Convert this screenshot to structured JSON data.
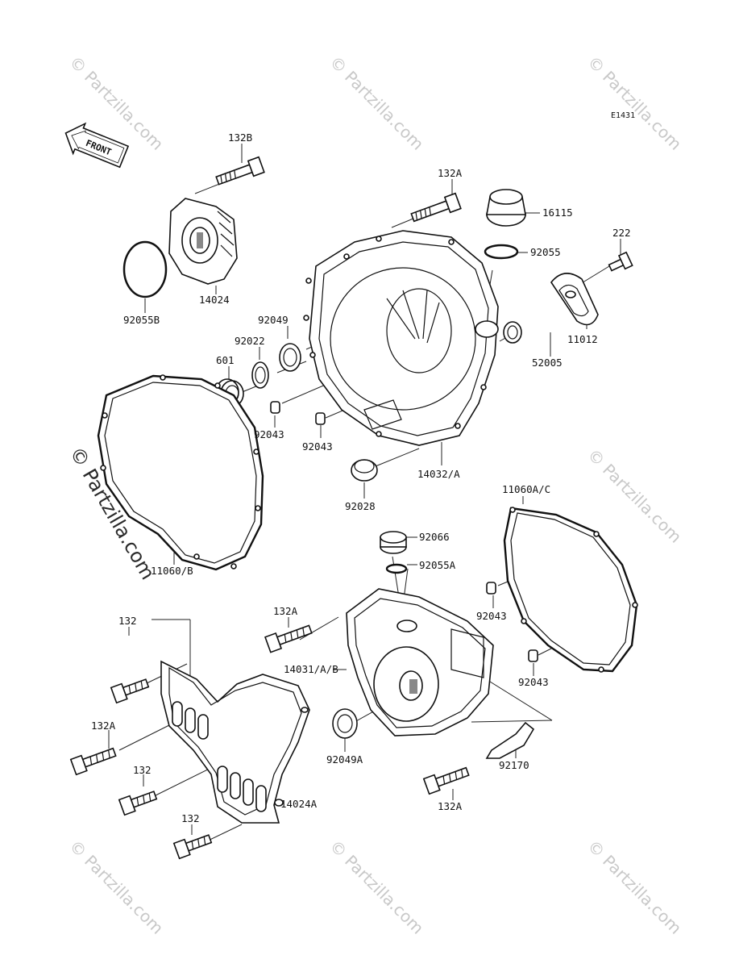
{
  "diagram": {
    "code": "E1431",
    "front_label": "FRONT",
    "watermark": "© Partzilla.com",
    "parts": {
      "p132B": "132B",
      "p132A_top": "132A",
      "p16115": "16115",
      "p92055": "92055",
      "p222": "222",
      "p14024": "14024",
      "p92055B": "92055B",
      "p11012": "11012",
      "p92049": "92049",
      "p92022": "92022",
      "p601": "601",
      "p52005": "52005",
      "p92043_a": "92043",
      "p92043_b": "92043",
      "p14032A": "14032/A",
      "p92028": "92028",
      "p11060B": "11060/B",
      "p11060AC": "11060A/C",
      "p92066": "92066",
      "p92055A": "92055A",
      "p132A_mid": "132A",
      "p132_top": "132",
      "p14031AB": "14031/A/B",
      "p92043_c": "92043",
      "p92043_d": "92043",
      "p132A_left": "132A",
      "p92049A": "92049A",
      "p92170": "92170",
      "p132_mid": "132",
      "p132A_bottom": "132A",
      "p14024A": "14024A",
      "p132_bottom": "132"
    }
  }
}
